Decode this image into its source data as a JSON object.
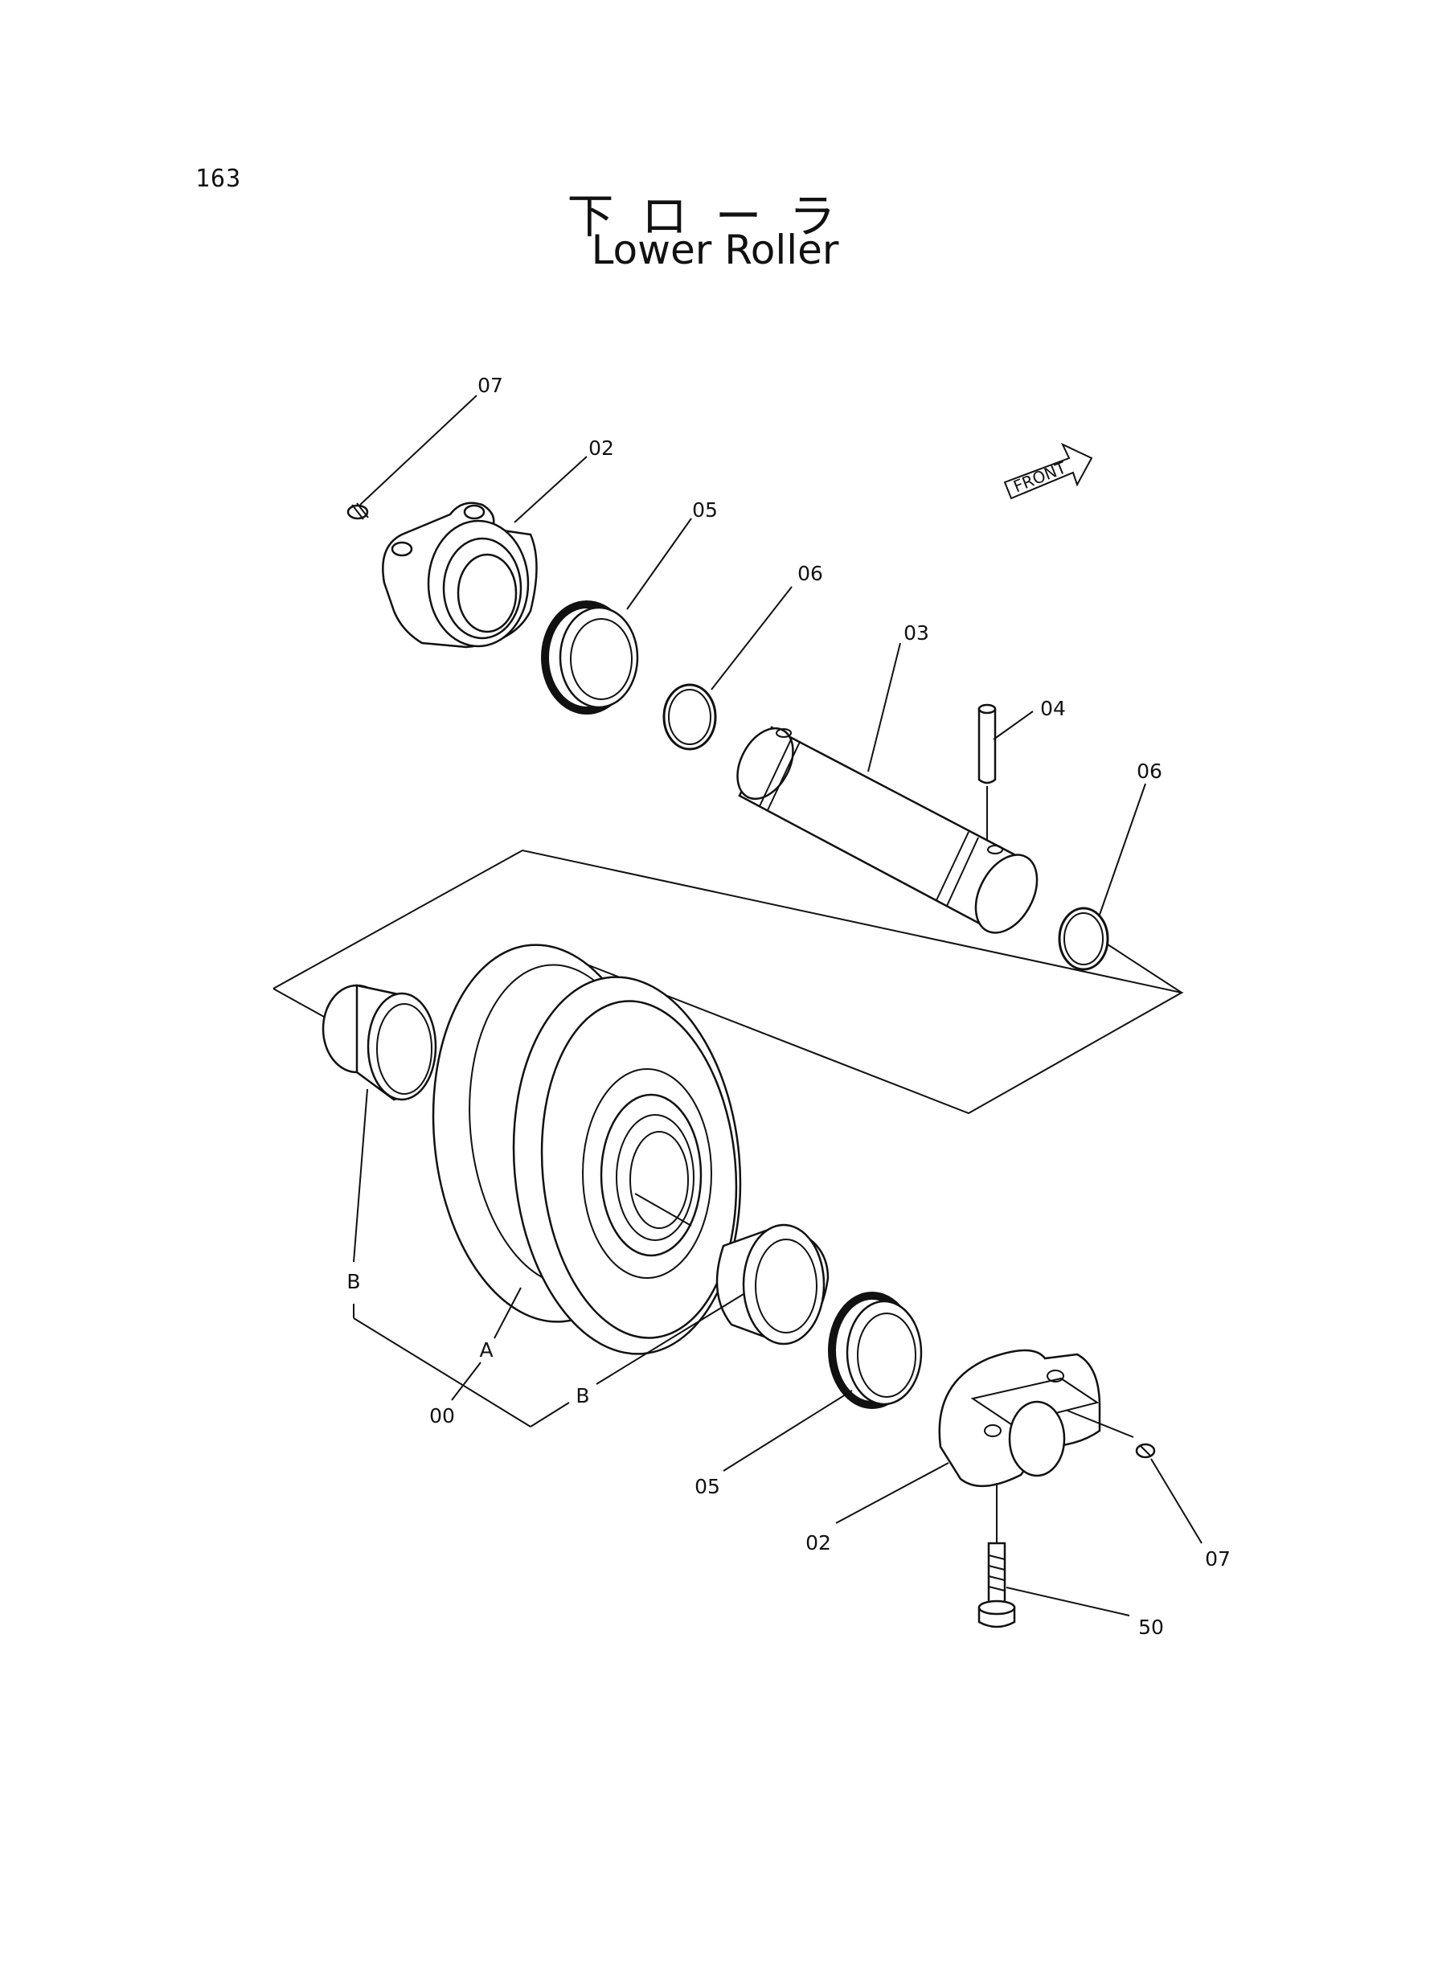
{
  "page": {
    "number": "163",
    "title_jp": "下ローラ",
    "title_en": "Lower Roller"
  },
  "callouts": {
    "c07_top": "07",
    "c02_top": "02",
    "c05_top": "05",
    "c06_top": "06",
    "c03": "03",
    "c04": "04",
    "c06_right": "06",
    "cB_left": "B",
    "cA": "A",
    "c00": "00",
    "cB_bottom": "B",
    "c05_bottom": "05",
    "c02_bottom": "02",
    "c07_bottom": "07",
    "c50": "50"
  },
  "front_marker": "FRONT",
  "colors": {
    "ink": "#111111",
    "paper": "#ffffff"
  }
}
